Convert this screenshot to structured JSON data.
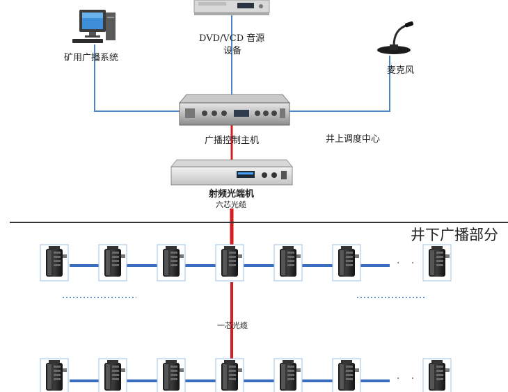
{
  "labels": {
    "mine_broadcast_system": "矿用广播系统",
    "dvd_vcd_line1": "DVD/VCD 音源",
    "dvd_vcd_line2": "设备",
    "microphone": "麦克风",
    "broadcast_host": "广播控制主机",
    "dispatch_center": "井上调度中心",
    "rf_optical": "射频光端机",
    "six_core_fiber": "六芯光缆",
    "underground_section": "井下广播部分",
    "one_core_fiber": "一芯光缆",
    "continuation": "· ·"
  },
  "colors": {
    "device_link": "#4a86c8",
    "fiber_link": "#d21e1e",
    "divider": "#333333",
    "speaker_chain": "#3a6fc0",
    "dotted_row": "#6a8fc8"
  },
  "icons": [
    "computer-icon",
    "dvd-player-icon",
    "microphone-icon",
    "broadcast-host-icon",
    "rf-optical-transceiver-icon",
    "mine-speaker-icon"
  ]
}
